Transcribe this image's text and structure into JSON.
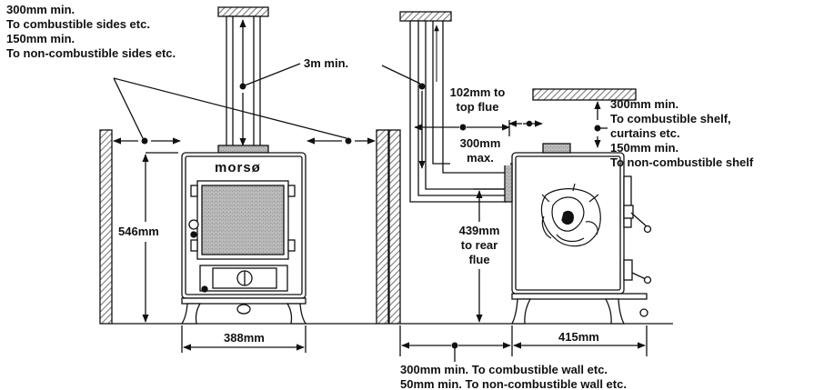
{
  "colors": {
    "ink": "#111111",
    "hatch": "#8a8a8a",
    "panel": "#a8a8a8",
    "window": "#bdbdbd"
  },
  "front_view": {
    "side_clearance_note": {
      "line1": "300mm min.",
      "line2": "To combustible sides etc.",
      "line3": "150mm min.",
      "line4": "To non-combustible sides etc."
    },
    "flue_length": "3m min.",
    "height": "546mm",
    "width": "388mm",
    "brand": "morsø"
  },
  "side_view": {
    "top_flue": {
      "line1": "102mm to",
      "line2": "top flue"
    },
    "flue_offset": {
      "line1": "300mm",
      "line2": "max."
    },
    "rear_flue": {
      "line1": "439mm",
      "line2": "to rear",
      "line3": "flue"
    },
    "shelf_note": {
      "line1": "300mm min.",
      "line2": "To combustible shelf,",
      "line3": "curtains etc.",
      "line4": "150mm min.",
      "line5": "To non-combustible shelf"
    },
    "depth": "415mm",
    "rear_wall_note": {
      "line1": "300mm min. To combustible wall etc.",
      "line2": "50mm min. To non-combustible wall etc."
    }
  }
}
